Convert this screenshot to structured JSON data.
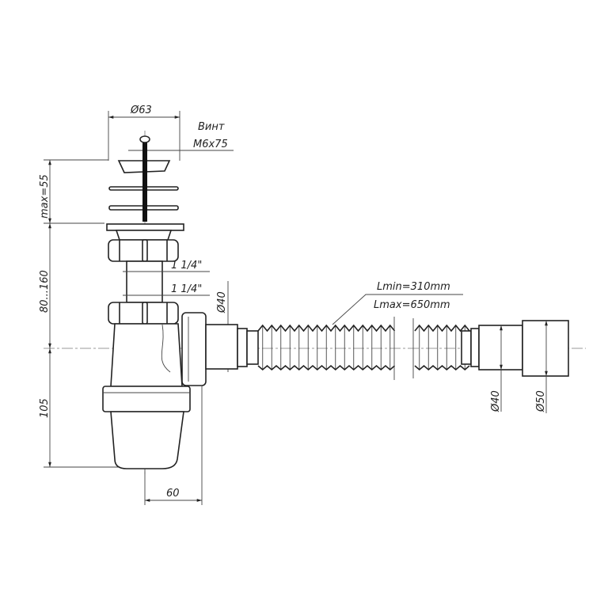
{
  "labels": {
    "strainer_diameter": "Ø63",
    "screw_title": "Винт",
    "screw_size": "M6x75",
    "height_max": "max=55",
    "height_range": "80...160",
    "height_trap": "105",
    "offset": "60",
    "thread_upper": "1 1/4\"",
    "thread_lower": "1 1/4\"",
    "outlet_diameter": "Ø40",
    "hose_min_length": "Lmin=310mm",
    "hose_max_length": "Lmax=650mm",
    "hose_end_diameter_inner": "Ø40",
    "hose_end_diameter_outer": "Ø50"
  }
}
